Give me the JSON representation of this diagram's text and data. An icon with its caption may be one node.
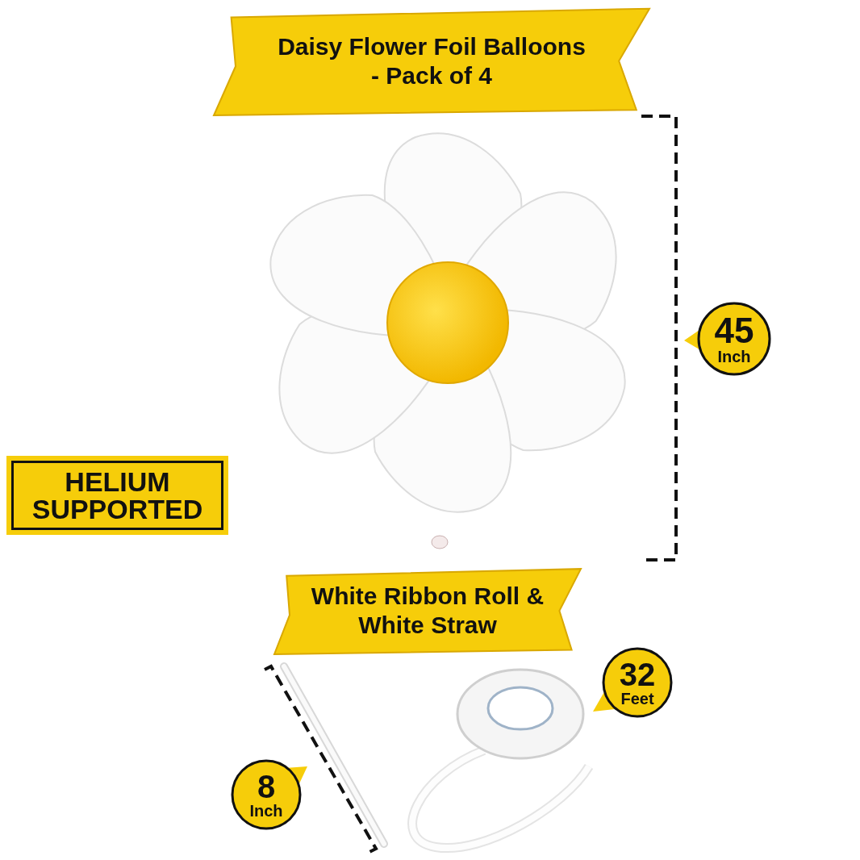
{
  "diagram": {
    "nodes": [
      {
        "text": [
          "Daisy Flower Foil Balloons - Pack of 4"
        ]
      },
      {
        "text": [
          "45",
          "Inch"
        ]
      },
      {
        "text": [
          "HELIUM SUPPORTED"
        ]
      },
      {
        "text": [
          "White Ribbon Roll & White Straw"
        ]
      },
      {
        "text": [
          "32",
          "Feet"
        ]
      },
      {
        "text": [
          "8",
          "Inch"
        ]
      }
    ]
  }
}
